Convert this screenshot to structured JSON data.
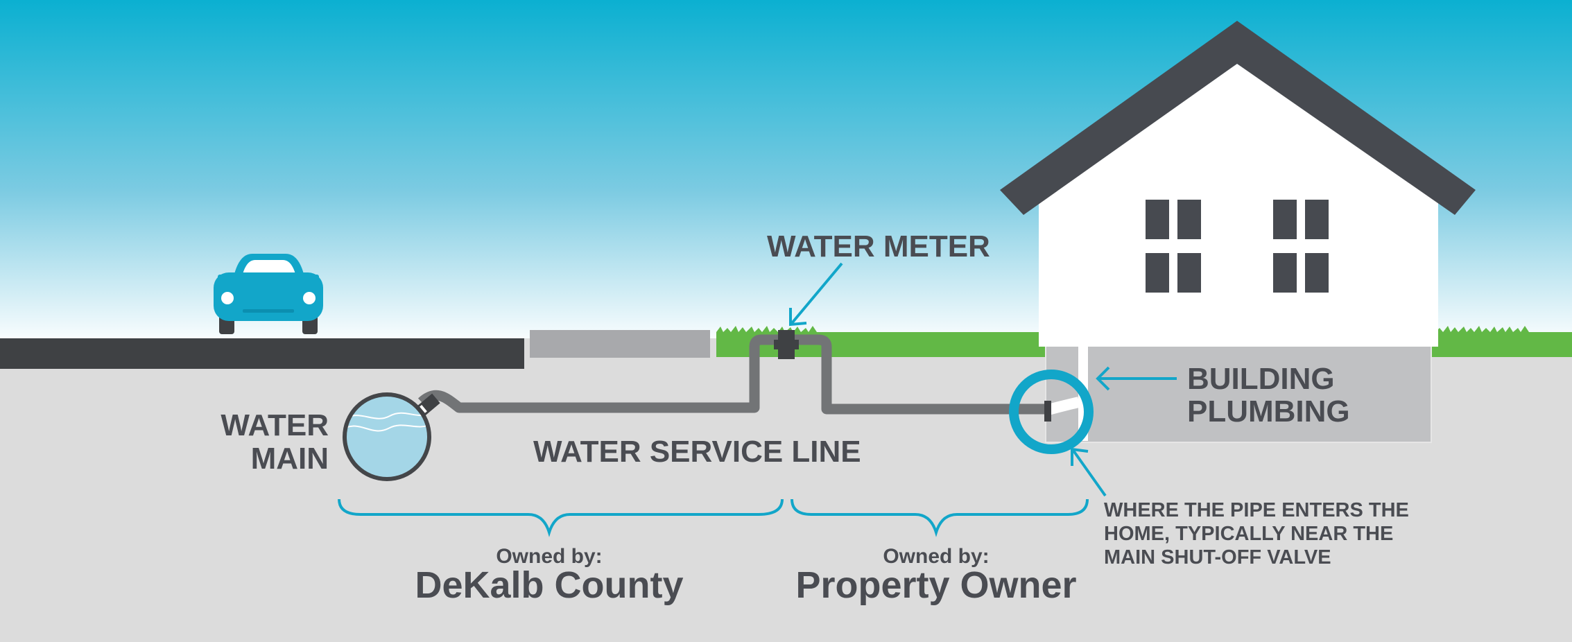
{
  "labels": {
    "water_meter": "WATER METER",
    "water_main_line1": "WATER",
    "water_main_line2": "MAIN",
    "service_line": "WATER SERVICE LINE",
    "building_plumbing_line1": "BUILDING",
    "building_plumbing_line2": "PLUMBING",
    "entry_note_line1": "WHERE THE PIPE ENTERS THE",
    "entry_note_line2": "HOME, TYPICALLY NEAR THE",
    "entry_note_line3": "MAIN SHUT-OFF VALVE"
  },
  "ownership": {
    "county": {
      "prefix": "Owned by:",
      "owner": "DeKalb County"
    },
    "property": {
      "prefix": "Owned by:",
      "owner": "Property Owner"
    }
  },
  "colors": {
    "sky_top": "#0bb0d1",
    "sky_bottom": "#ffffff",
    "ground": "#dcdcdc",
    "road": "#3f4144",
    "sidewalk": "#a8a9ac",
    "grass": "#62b846",
    "pipe": "#727476",
    "accent": "#12a6c9",
    "house_roof": "#474a50",
    "house_wall": "#ffffff",
    "foundation": "#c0c1c3",
    "text": "#4a4c52"
  },
  "icons": [
    "car-icon",
    "house-icon",
    "water-main-icon",
    "water-meter-icon",
    "shutoff-valve-icon"
  ]
}
